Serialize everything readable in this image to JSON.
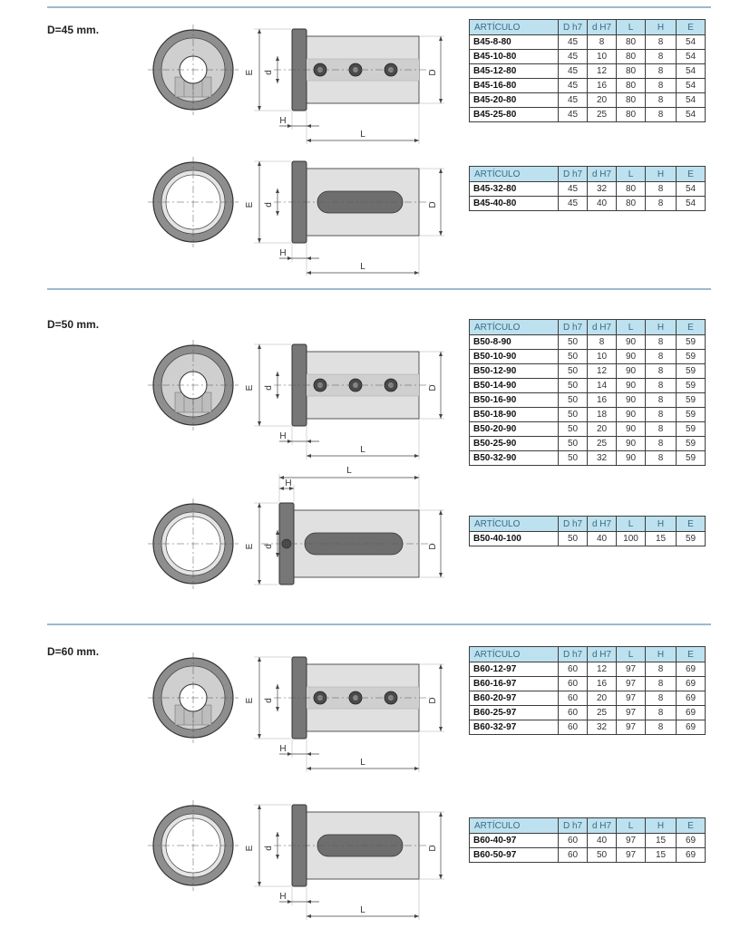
{
  "headers": [
    "ARTÍCULO",
    "D h7",
    "d H7",
    "L",
    "H",
    "E"
  ],
  "dim_labels": {
    "E": "E",
    "d": "d",
    "D": "D",
    "H": "H",
    "L": "L"
  },
  "colors": {
    "rule": "#9cb8cf",
    "header_bg": "#bde1ee",
    "header_text": "#3a6b86",
    "border": "#3d3d3d"
  },
  "sections": [
    {
      "label": "D=45 mm.",
      "tables": [
        {
          "rows": [
            [
              "B45-8-80",
              "45",
              "8",
              "80",
              "8",
              "54"
            ],
            [
              "B45-10-80",
              "45",
              "10",
              "80",
              "8",
              "54"
            ],
            [
              "B45-12-80",
              "45",
              "12",
              "80",
              "8",
              "54"
            ],
            [
              "B45-16-80",
              "45",
              "16",
              "80",
              "8",
              "54"
            ],
            [
              "B45-20-80",
              "45",
              "20",
              "80",
              "8",
              "54"
            ],
            [
              "B45-25-80",
              "45",
              "25",
              "80",
              "8",
              "54"
            ]
          ]
        },
        {
          "rows": [
            [
              "B45-32-80",
              "45",
              "32",
              "80",
              "8",
              "54"
            ],
            [
              "B45-40-80",
              "45",
              "40",
              "80",
              "8",
              "54"
            ]
          ]
        }
      ]
    },
    {
      "label": "D=50 mm.",
      "tables": [
        {
          "rows": [
            [
              "B50-8-90",
              "50",
              "8",
              "90",
              "8",
              "59"
            ],
            [
              "B50-10-90",
              "50",
              "10",
              "90",
              "8",
              "59"
            ],
            [
              "B50-12-90",
              "50",
              "12",
              "90",
              "8",
              "59"
            ],
            [
              "B50-14-90",
              "50",
              "14",
              "90",
              "8",
              "59"
            ],
            [
              "B50-16-90",
              "50",
              "16",
              "90",
              "8",
              "59"
            ],
            [
              "B50-18-90",
              "50",
              "18",
              "90",
              "8",
              "59"
            ],
            [
              "B50-20-90",
              "50",
              "20",
              "90",
              "8",
              "59"
            ],
            [
              "B50-25-90",
              "50",
              "25",
              "90",
              "8",
              "59"
            ],
            [
              "B50-32-90",
              "50",
              "32",
              "90",
              "8",
              "59"
            ]
          ]
        },
        {
          "rows": [
            [
              "B50-40-100",
              "50",
              "40",
              "100",
              "15",
              "59"
            ]
          ]
        }
      ]
    },
    {
      "label": "D=60 mm.",
      "tables": [
        {
          "rows": [
            [
              "B60-12-97",
              "60",
              "12",
              "97",
              "8",
              "69"
            ],
            [
              "B60-16-97",
              "60",
              "16",
              "97",
              "8",
              "69"
            ],
            [
              "B60-20-97",
              "60",
              "20",
              "97",
              "8",
              "69"
            ],
            [
              "B60-25-97",
              "60",
              "25",
              "97",
              "8",
              "69"
            ],
            [
              "B60-32-97",
              "60",
              "32",
              "97",
              "8",
              "69"
            ]
          ]
        },
        {
          "rows": [
            [
              "B60-40-97",
              "60",
              "40",
              "97",
              "15",
              "69"
            ],
            [
              "B60-50-97",
              "60",
              "50",
              "97",
              "15",
              "69"
            ]
          ]
        }
      ]
    }
  ]
}
